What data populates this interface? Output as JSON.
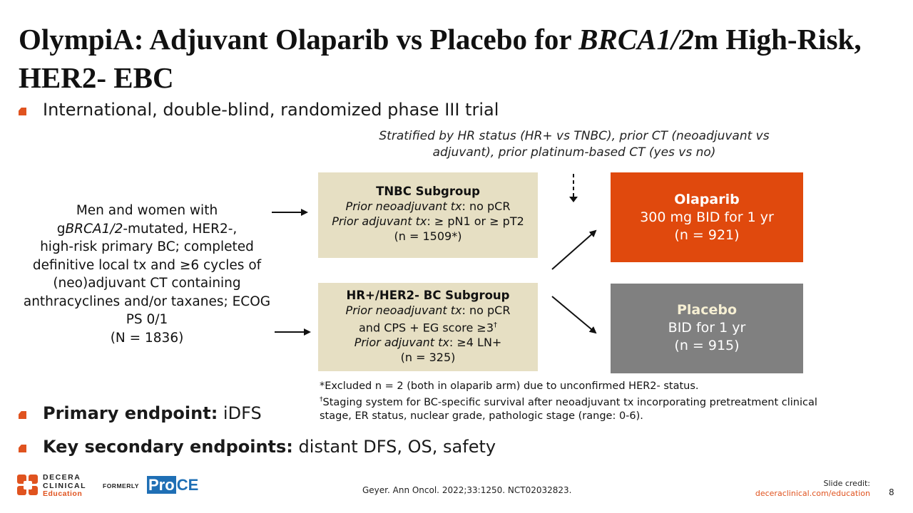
{
  "title": {
    "pre": "OlympiA: Adjuvant Olaparib vs Placebo for ",
    "italic": "BRCA1/2",
    "post": "m High-Risk, HER2- EBC"
  },
  "bullet_top": "International, double-blind, randomized phase III trial",
  "stratification": "Stratified by HR status (HR+ vs TNBC), prior CT (neoadjuvant vs adjuvant), prior platinum-based CT (yes vs no)",
  "population": {
    "line1": "Men and women with",
    "line2_pre": "g",
    "line2_italic": "BRCA1/2",
    "line2_post": "-mutated, HER2-,",
    "rest": "high-risk primary BC; completed definitive local tx and ≥6 cycles of (neo)adjuvant CT containing anthracyclines and/or taxanes; ECOG PS 0/1",
    "n": "(N = 1836)"
  },
  "tnbc": {
    "heading": "TNBC Subgroup",
    "neo_label": "Prior neoadjuvant tx",
    "neo_value": ": no pCR",
    "adj_label": "Prior adjuvant tx",
    "adj_value": ": ≥ pN1 or ≥ pT2",
    "n": "(n = 1509*)"
  },
  "hr": {
    "heading": "HR+/HER2- BC Subgroup",
    "neo_label": "Prior neoadjuvant tx",
    "neo_value": ": no pCR",
    "cps": "and CPS + EG score ≥3",
    "cps_mark": "†",
    "adj_label": "Prior adjuvant tx",
    "adj_value": ": ≥4 LN+",
    "n": "(n = 325)"
  },
  "olaparib": {
    "name": "Olaparib",
    "dose": "300 mg BID for 1 yr",
    "n": "(n = 921)",
    "color": "#e0490d"
  },
  "placebo": {
    "name": "Placebo",
    "dose": "BID for 1 yr",
    "n": "(n = 915)",
    "color": "#808080"
  },
  "footnotes": {
    "star": "*Excluded n = 2 (both in olaparib arm) due to unconfirmed HER2- status.",
    "dagger_mark": "†",
    "dagger": "Staging system for BC-specific survival after neoadjuvant tx incorporating pretreatment clinical stage, ER status, nuclear grade, pathologic stage (range: 0-6)."
  },
  "primary": {
    "label": "Primary endpoint:",
    "value": " iDFS"
  },
  "secondary": {
    "label": "Key secondary endpoints:",
    "value": " distant DFS, OS, safety"
  },
  "logo": {
    "line1": "DECERA",
    "line2": "CLINICAL",
    "line3": "Education",
    "formerly": "FORMERLY",
    "proce_pro": "Pro",
    "proce_ce": "CE"
  },
  "citation": "Geyer. Ann Oncol. 2022;33:1250. NCT02032823.",
  "credit": {
    "label": "Slide credit:",
    "link": "deceraclinical.com/education"
  },
  "page_number": "8",
  "colors": {
    "accent": "#e0531f",
    "box_bg": "#e6dfc3",
    "proce_blue": "#1f6fb5"
  }
}
